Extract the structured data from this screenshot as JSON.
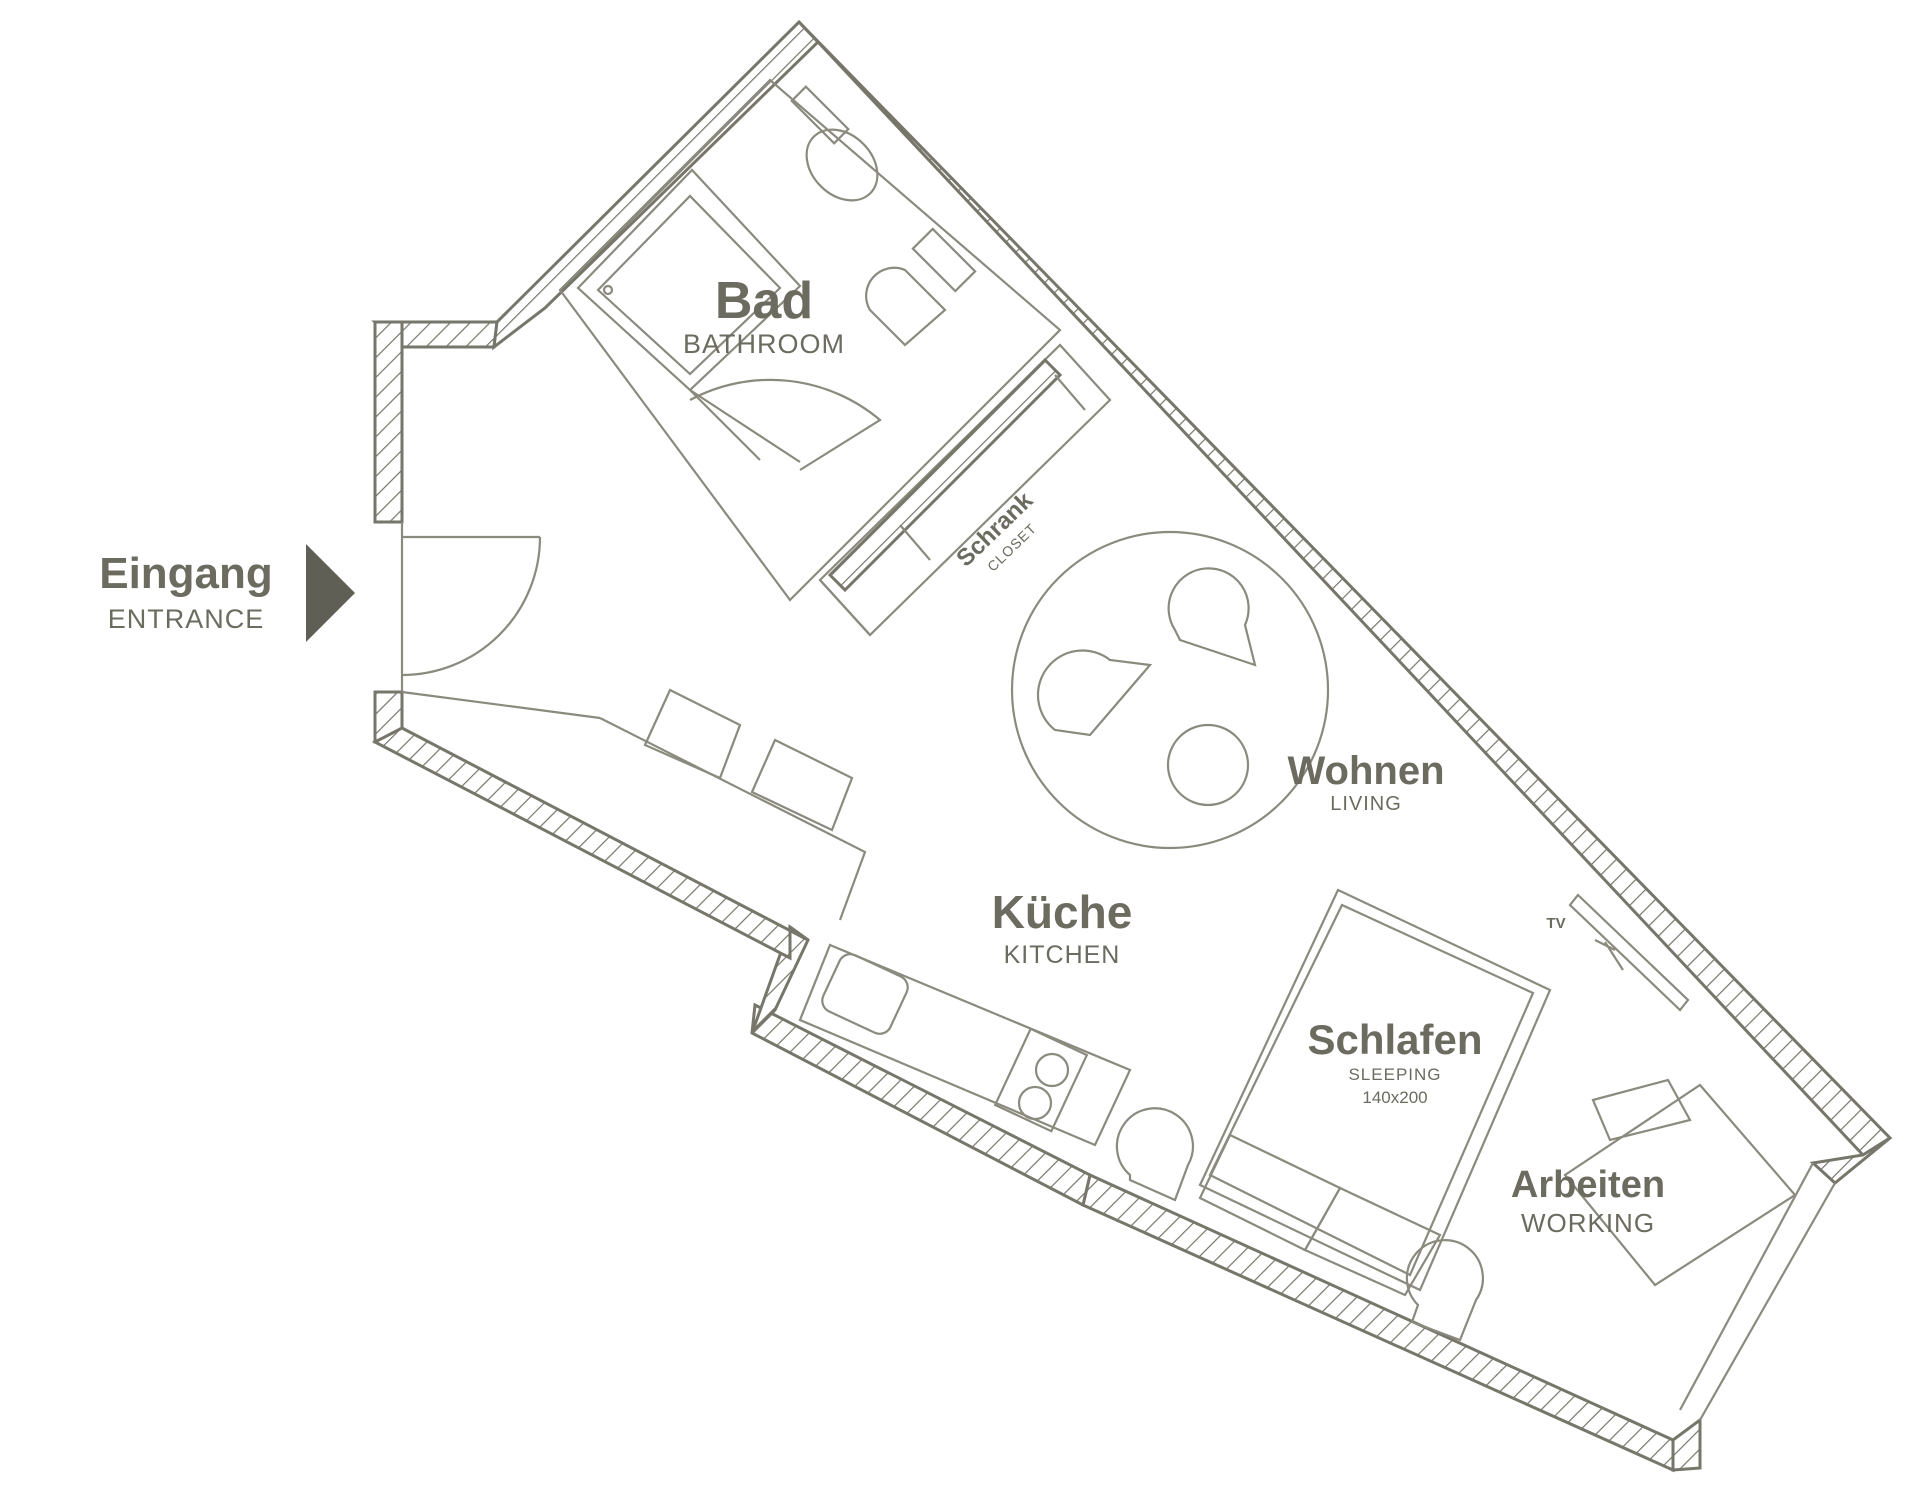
{
  "rooms": {
    "bad": {
      "title": "Bad",
      "subtitle": "BATHROOM"
    },
    "schrank": {
      "title": "Schrank",
      "subtitle": "CLOSET"
    },
    "wohnen": {
      "title": "Wohnen",
      "subtitle": "LIVING"
    },
    "kueche": {
      "title": "Küche",
      "subtitle": "KITCHEN"
    },
    "schlafen": {
      "title": "Schlafen",
      "subtitle": "SLEEPING",
      "bed_size": "140x200"
    },
    "arbeiten": {
      "title": "Arbeiten",
      "subtitle": "WORKING"
    }
  },
  "entrance": {
    "title": "Eingang",
    "subtitle": "ENTRANCE",
    "arrow_icon": "play-arrow-icon"
  },
  "tv_label": "TV",
  "colors": {
    "line": "#8a8a7e",
    "wall": "#76766a",
    "text": "#6b6b5f",
    "arrow": "#5f5f55"
  }
}
